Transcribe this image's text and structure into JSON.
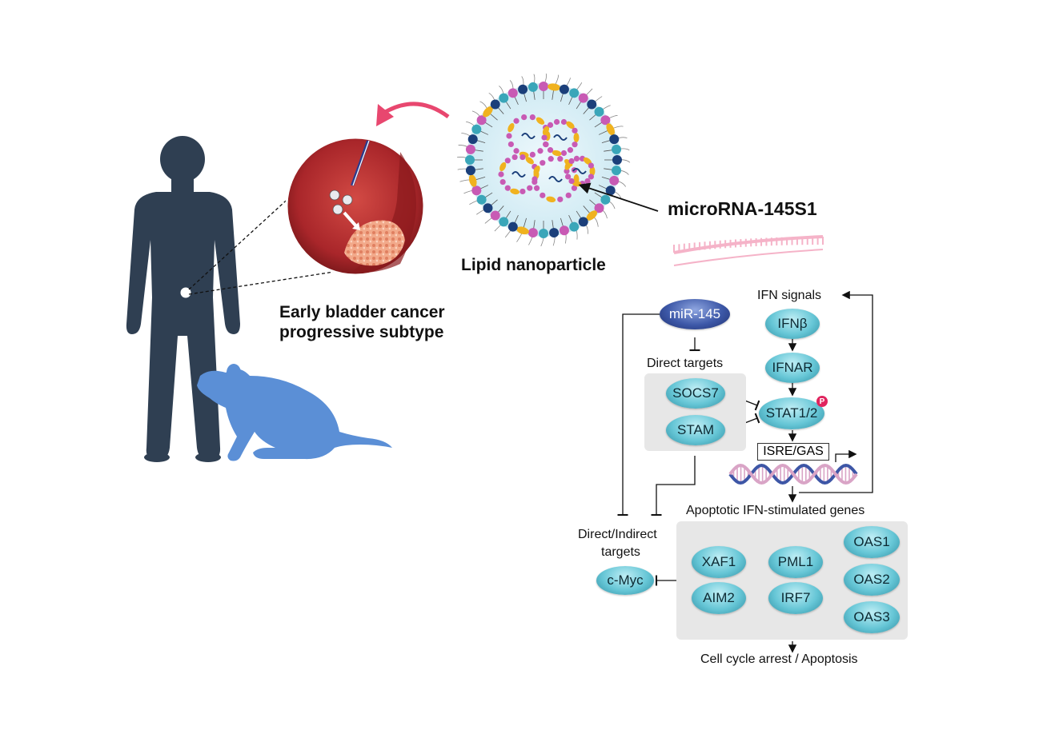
{
  "labels": {
    "mirna": "microRNA-145S1",
    "nanoparticle": "Lipid nanoparticle",
    "cancer_line1": "Early bladder cancer",
    "cancer_line2": "progressive subtype",
    "ifn_signals": "IFN signals",
    "direct_targets": "Direct targets",
    "indirect_line1": "Direct/Indirect",
    "indirect_line2": "targets",
    "apoptotic_genes": "Apoptotic IFN-stimulated genes",
    "outcome": "Cell cycle arrest / Apoptosis",
    "isre_gas": "ISRE/GAS",
    "phospho": "P"
  },
  "nodes": {
    "mir145": "miR-145",
    "ifnb": "IFNβ",
    "ifnar": "IFNAR",
    "socs7": "SOCS7",
    "stam": "STAM",
    "stat": "STAT1/2",
    "cmyc": "c-Myc",
    "xaf1": "XAF1",
    "pml1": "PML1",
    "oas1": "OAS1",
    "aim2": "AIM2",
    "irf7": "IRF7",
    "oas2": "OAS2",
    "oas3": "OAS3"
  },
  "colors": {
    "silhouette": "#2f3f52",
    "mouse": "#5b8fd6",
    "arrow_pink": "#e8476f",
    "tissue": "#b3282c",
    "tumor": "#f2a98a",
    "lipid_blue": "#1b3f7a",
    "lipid_teal": "#3aa6b9",
    "lipid_pink": "#c85ab4",
    "lipid_yellow": "#f0b21f",
    "rna_pink": "#f5b3c8",
    "dna_blue": "#3d56a6",
    "dna_pink": "#d9a4c6"
  }
}
